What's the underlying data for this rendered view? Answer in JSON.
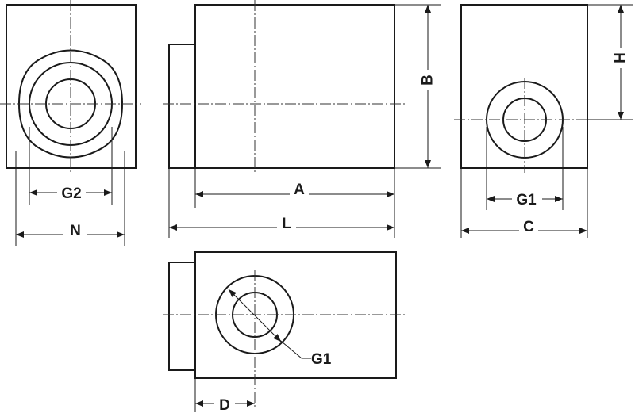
{
  "labels": {
    "g2": "G2",
    "n": "N",
    "a": "A",
    "l": "L",
    "b": "B",
    "h": "H",
    "g1_right": "G1",
    "c": "C",
    "g1_bottom": "G1",
    "d": "D"
  },
  "colors": {
    "line": "#1a1a1a",
    "background": "#ffffff"
  }
}
